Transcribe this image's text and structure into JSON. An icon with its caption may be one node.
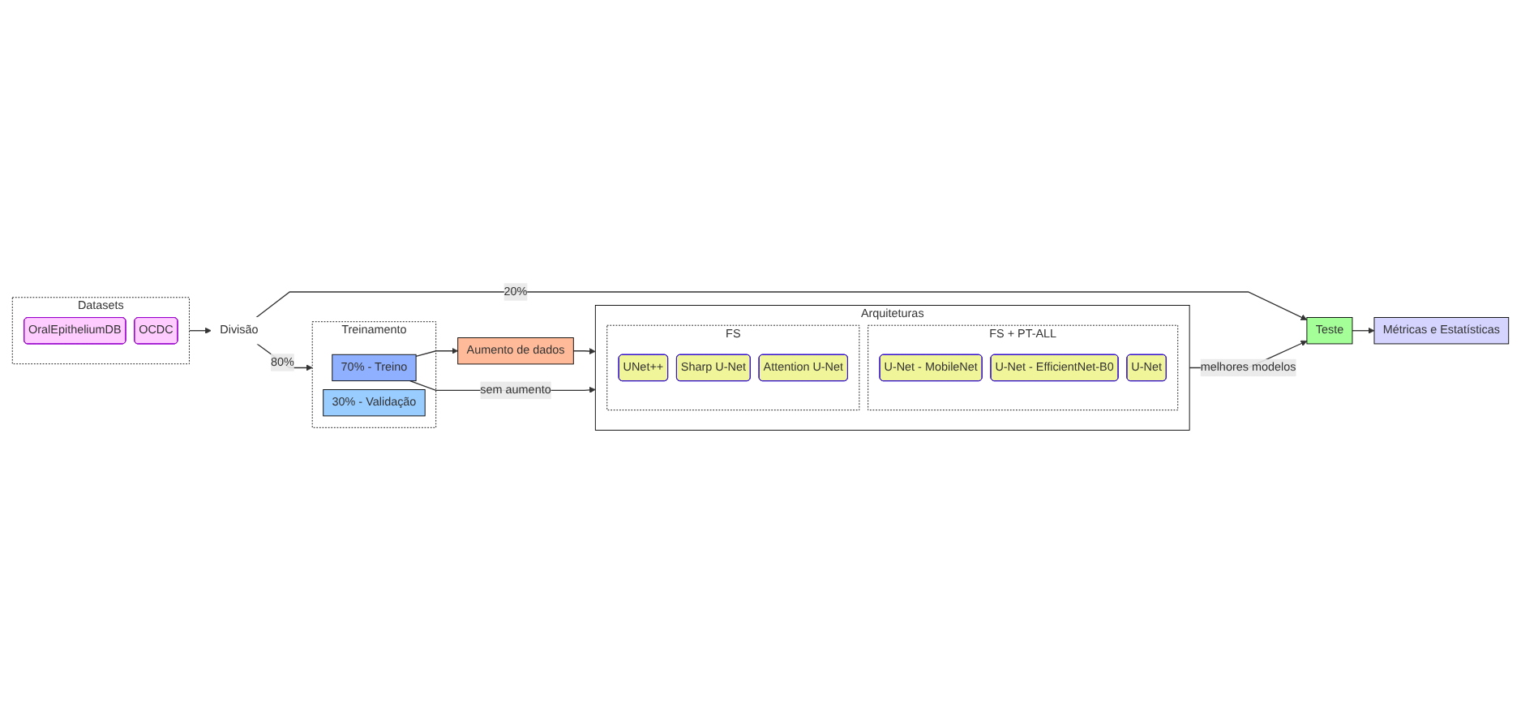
{
  "diagram": {
    "nodes": [
      {
        "text": [
          "Datasets"
        ]
      },
      {
        "text": [
          "OralEpitheliumDB"
        ],
        "in": 0
      },
      {
        "text": [
          "OCDC"
        ],
        "in": 0
      },
      {
        "text": [
          "Divisão"
        ]
      },
      {
        "text": [
          "Treinamento"
        ]
      },
      {
        "text": [
          "70% - Treino"
        ],
        "in": 4
      },
      {
        "text": [
          "30% - Validação"
        ],
        "in": 4
      },
      {
        "text": [
          "Aumento de dados"
        ]
      },
      {
        "text": [
          "Arquiteturas"
        ]
      },
      {
        "text": [
          "FS + PT-ALL"
        ],
        "in": 8
      },
      {
        "text": [
          "U-Net - MobileNet"
        ],
        "in": 9
      },
      {
        "text": [
          "U-Net - EfficientNet-B0"
        ],
        "in": 9
      },
      {
        "text": [
          "U-Net"
        ],
        "in": 9
      },
      {
        "text": [
          "FS"
        ],
        "in": 8
      },
      {
        "text": [
          "UNet++"
        ],
        "in": 13
      },
      {
        "text": [
          "Sharp U-Net"
        ],
        "in": 13
      },
      {
        "text": [
          "Attention U-Net"
        ],
        "in": 13
      },
      {
        "text": [
          "Teste"
        ]
      },
      {
        "text": [
          "Métricas e Estatísticas"
        ]
      }
    ],
    "edges": [
      {
        "from": 0,
        "to": 3,
        "arrow": "to"
      },
      {
        "from": 3,
        "to": 4,
        "arrow": "to",
        "label": "80%"
      },
      {
        "from": 3,
        "to": 17,
        "arrow": "to",
        "label": "20%"
      },
      {
        "from": 5,
        "to": 7,
        "arrow": "to"
      },
      {
        "from": 7,
        "to": 8,
        "arrow": "to"
      },
      {
        "from": 5,
        "to": 8,
        "arrow": "to",
        "label": "sem aumento"
      },
      {
        "from": 8,
        "to": 17,
        "arrow": "to",
        "label": "melhores modelos"
      },
      {
        "from": 17,
        "to": 18,
        "arrow": "to"
      }
    ]
  }
}
